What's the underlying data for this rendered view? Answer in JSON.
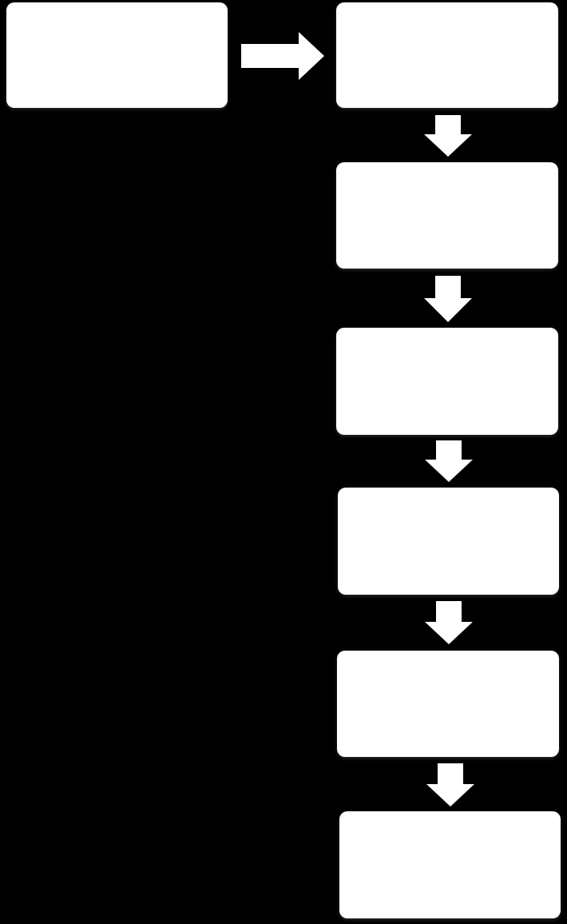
{
  "diagram": {
    "background_color": "#000000",
    "box_color": "#ffffff",
    "arrow_color": "#ffffff",
    "start_box": {
      "text": ""
    },
    "steps": [
      {
        "text": ""
      },
      {
        "text": ""
      },
      {
        "text": ""
      },
      {
        "text": ""
      },
      {
        "text": ""
      },
      {
        "text": ""
      }
    ],
    "connectors": [
      {
        "from": "start",
        "to": "step-1",
        "direction": "right"
      },
      {
        "from": "step-1",
        "to": "step-2",
        "direction": "down"
      },
      {
        "from": "step-2",
        "to": "step-3",
        "direction": "down"
      },
      {
        "from": "step-3",
        "to": "step-4",
        "direction": "down"
      },
      {
        "from": "step-4",
        "to": "step-5",
        "direction": "down"
      },
      {
        "from": "step-5",
        "to": "step-6",
        "direction": "down"
      }
    ]
  }
}
